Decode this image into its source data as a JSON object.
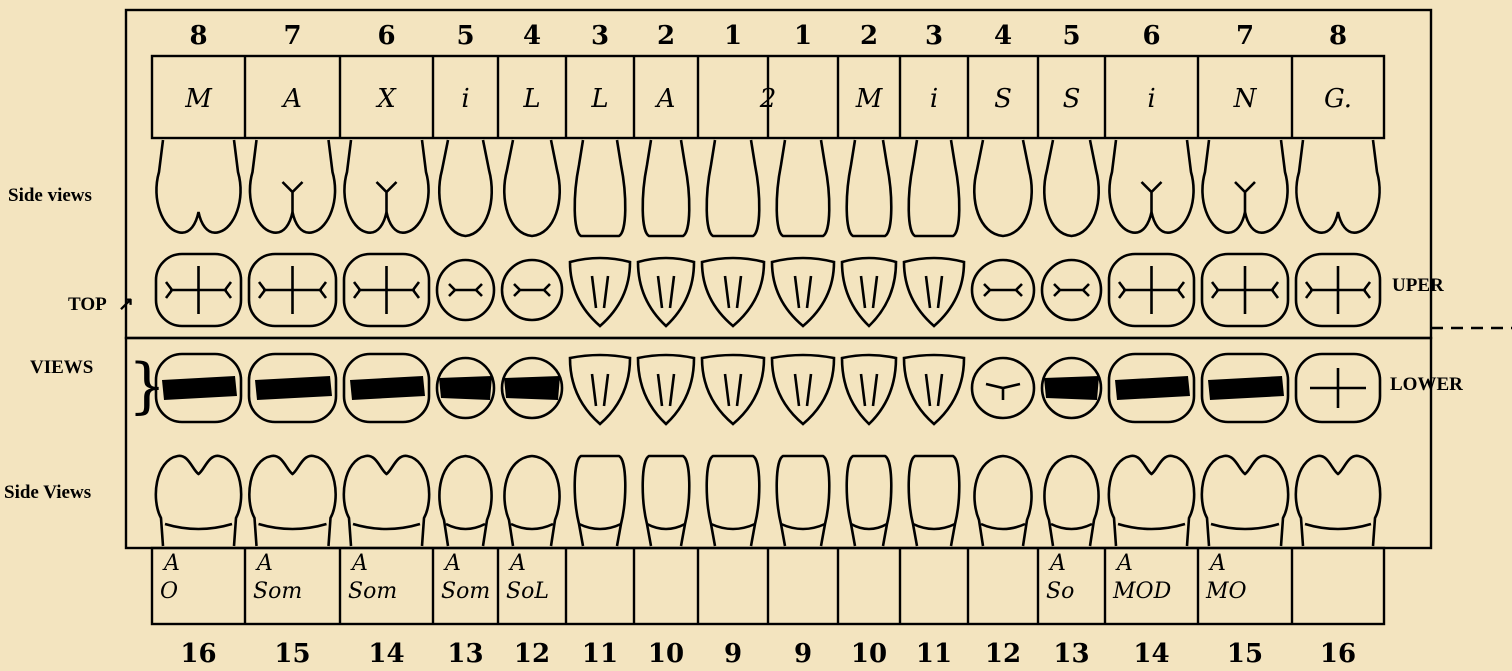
{
  "upper_numbers": [
    "8",
    "7",
    "6",
    "5",
    "4",
    "3",
    "2",
    "1",
    "1",
    "2",
    "3",
    "4",
    "5",
    "6",
    "7",
    "8"
  ],
  "lower_numbers": [
    "16",
    "15",
    "14",
    "13",
    "12",
    "11",
    "10",
    "9",
    "9",
    "10",
    "11",
    "12",
    "13",
    "14",
    "15",
    "16"
  ],
  "upper_handwriting": [
    "M",
    "A",
    "X",
    "i",
    "L",
    "L",
    "A",
    "2",
    "",
    "M",
    "i",
    "S",
    "S",
    "i",
    "N",
    "G."
  ],
  "lower_handwriting": [
    {
      "top": "A",
      "bottom": "O"
    },
    {
      "top": "A",
      "bottom": "Som"
    },
    {
      "top": "A",
      "bottom": "Som"
    },
    {
      "top": "A",
      "bottom": "Som"
    },
    {
      "top": "A",
      "bottom": "SoL"
    },
    {
      "top": "",
      "bottom": ""
    },
    {
      "top": "",
      "bottom": ""
    },
    {
      "top": "",
      "bottom": ""
    },
    {
      "top": "",
      "bottom": ""
    },
    {
      "top": "",
      "bottom": ""
    },
    {
      "top": "",
      "bottom": ""
    },
    {
      "top": "",
      "bottom": ""
    },
    {
      "top": "A",
      "bottom": "So"
    },
    {
      "top": "A",
      "bottom": "MOD"
    },
    {
      "top": "A",
      "bottom": "MO"
    },
    {
      "top": "",
      "bottom": ""
    }
  ],
  "labels": {
    "side_views_upper": "Side views",
    "top": "TOP",
    "views": "VIEWS",
    "side_views_lower": "Side Views",
    "upper": "UPER",
    "lower": "LOWER"
  },
  "filled_lower_occlusal": [
    1,
    1,
    1,
    1,
    1,
    0,
    0,
    0,
    0,
    0,
    0,
    0,
    1,
    1,
    1,
    0
  ],
  "colors": {
    "paper": "#f3e4bf",
    "ink": "#000000"
  }
}
